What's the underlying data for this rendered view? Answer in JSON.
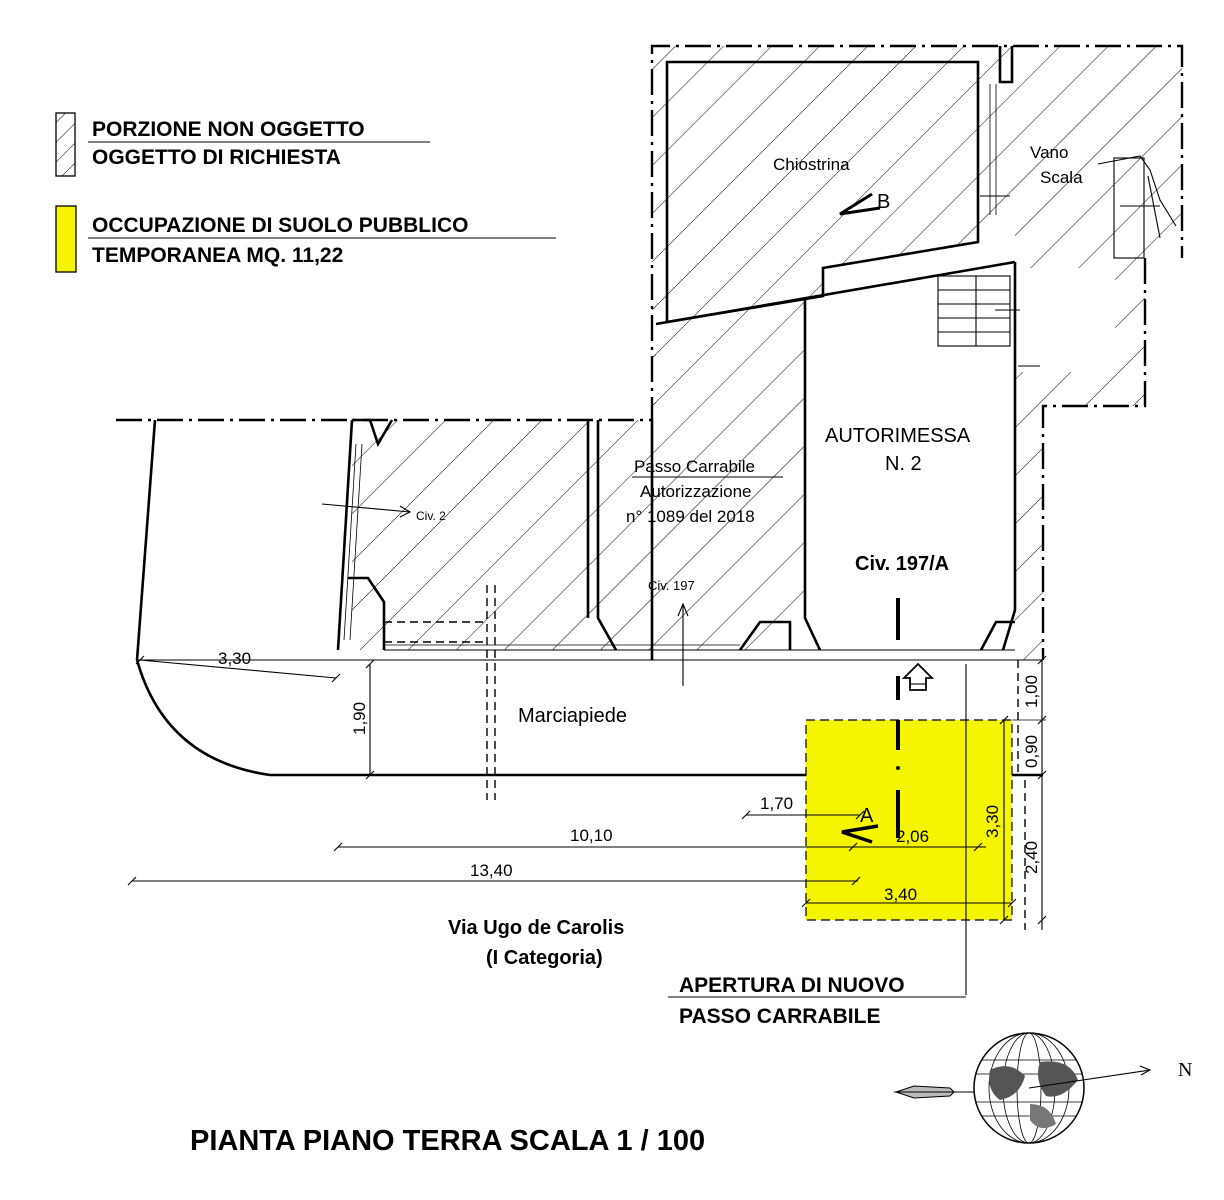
{
  "legend": {
    "hatch_line1": "PORZIONE NON OGGETTO",
    "hatch_line2": "OGGETTO DI RICHIESTA",
    "yellow_line1": "OCCUPAZIONE DI SUOLO PUBBLICO",
    "yellow_line2": "TEMPORANEA MQ. 11,22"
  },
  "rooms": {
    "chiostrina": "Chiostrina",
    "vano": "Vano",
    "scala": "Scala",
    "autorimessa_line1": "AUTORIMESSA",
    "autorimessa_line2": "N. 2",
    "civ_197a": "Civ. 197/A",
    "passo_line1": "Passo Carrabile",
    "passo_line2": "Autorizzazione",
    "passo_line3": "n° 1089 del 2018",
    "civ2": "Civ. 2",
    "civ197": "Civ. 197",
    "marciapiede": "Marciapiede"
  },
  "section_marks": {
    "a": "A",
    "b": "B"
  },
  "dimensions": {
    "d330_left": "3,30",
    "d190": "1,90",
    "d170": "1,70",
    "d1010": "10,10",
    "d1340": "13,40",
    "d206": "2,06",
    "d330_right": "3,30",
    "d340": "3,40",
    "d100": "1,00",
    "d090": "0,90",
    "d240": "2,40"
  },
  "street": {
    "name": "Via Ugo de Carolis",
    "category": "(I Categoria)"
  },
  "new_opening": {
    "line1": "APERTURA DI NUOVO",
    "line2": "PASSO CARRABILE"
  },
  "north_label": "N",
  "title": "PIANTA PIANO TERRA SCALA 1 / 100",
  "colors": {
    "occupation_fill": "#f5f500",
    "ink": "#000000"
  }
}
